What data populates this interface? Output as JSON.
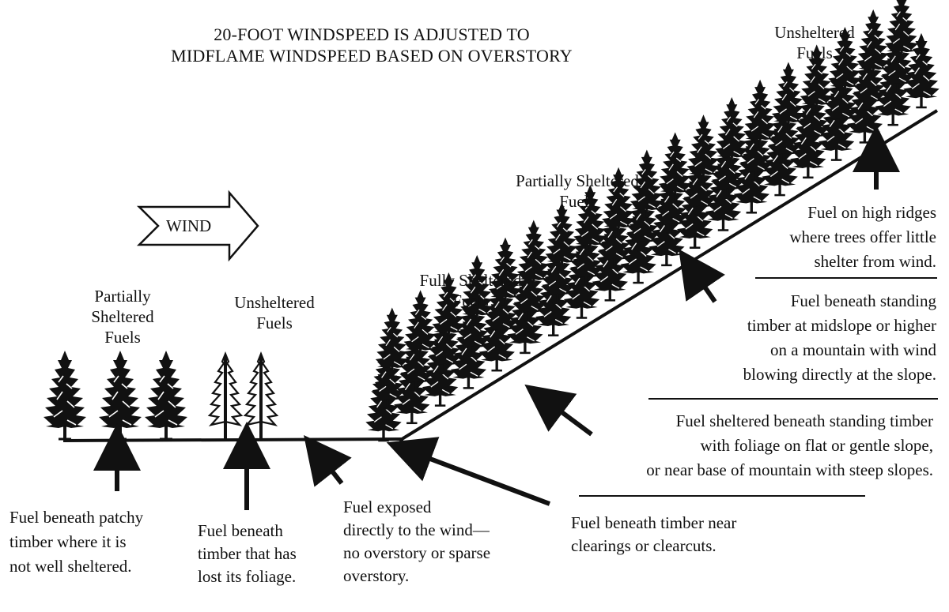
{
  "title": {
    "line1": "20-FOOT WINDSPEED IS ADJUSTED TO",
    "line2": "MIDFLAME WINDSPEED BASED ON OVERSTORY"
  },
  "wind_label": "WIND",
  "tree_labels": {
    "partial_left": [
      "Partially",
      "Sheltered",
      "Fuels"
    ],
    "unsheltered_left": [
      "Unsheltered",
      "Fuels"
    ],
    "fully": [
      "Fully Sheltered",
      "Fuels"
    ],
    "partial_slope": [
      "Partially Sheltered",
      "Fuels"
    ],
    "unsheltered_top": [
      "Unsheltered",
      "Fuels"
    ]
  },
  "captions": {
    "patchy": [
      "Fuel beneath patchy",
      "timber where it is",
      "not well sheltered."
    ],
    "lost_foliage": [
      "Fuel beneath",
      "timber that has",
      "lost its foliage."
    ],
    "exposed": [
      "Fuel exposed",
      "directly to the wind—",
      "no overstory or sparse",
      "overstory."
    ],
    "clearings": [
      "Fuel beneath timber near",
      "clearings or clearcuts."
    ],
    "flat": [
      "Fuel sheltered beneath standing timber",
      "with foliage on flat or gentle slope,",
      "or near base of mountain with steep slopes."
    ],
    "midslope": [
      "Fuel beneath standing",
      "timber at midslope or higher",
      "on a mountain with wind",
      "blowing directly at the slope."
    ],
    "ridges": [
      "Fuel on high ridges",
      "where trees offer little",
      "shelter from wind."
    ]
  }
}
